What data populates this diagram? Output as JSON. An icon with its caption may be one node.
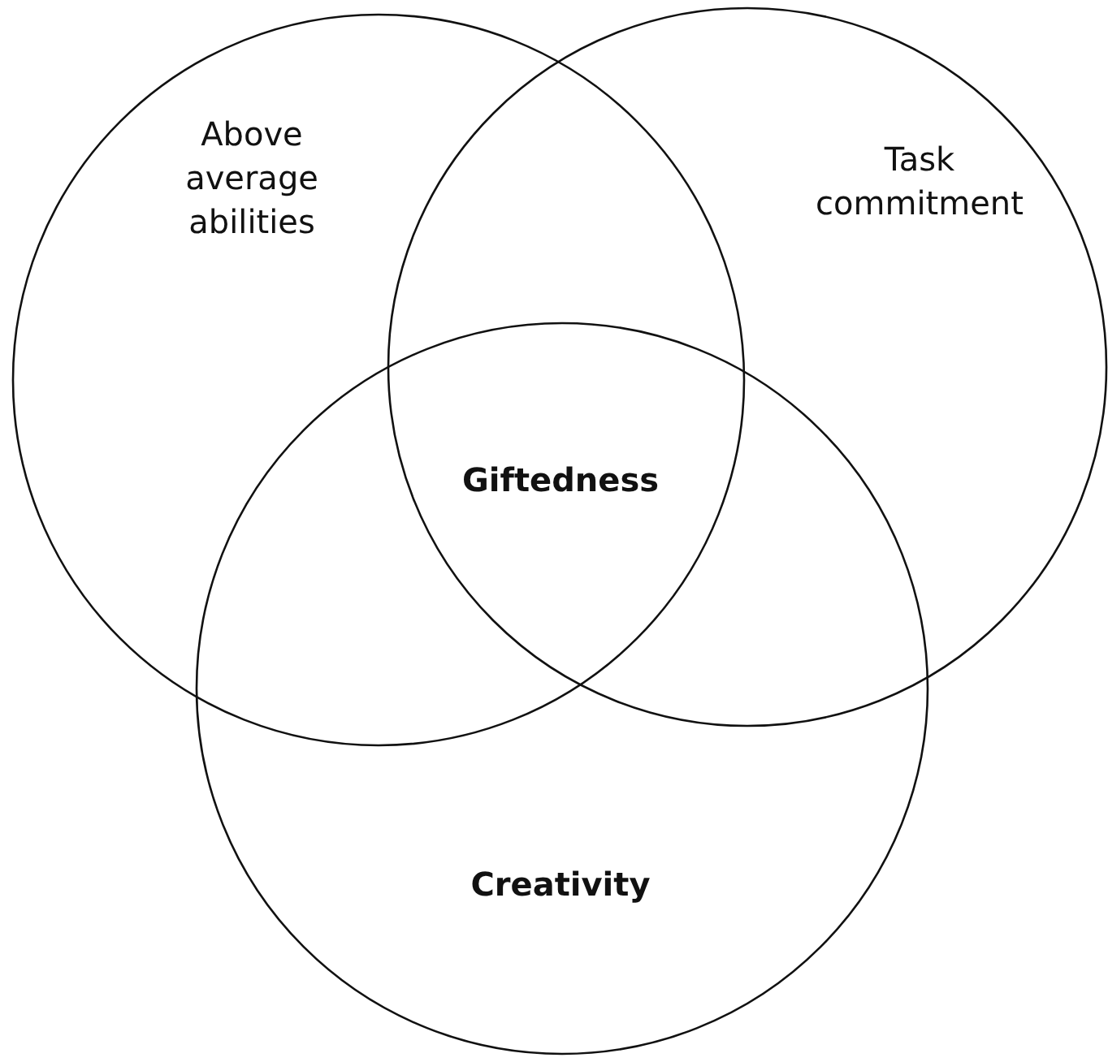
{
  "diagram": {
    "nodes": [
      {
        "text": [
          "Above average abilities"
        ]
      },
      {
        "text": [
          "Task commitment"
        ]
      },
      {
        "text": [
          "Creativity"
        ]
      }
    ],
    "labels": [
      "Giftedness"
    ]
  }
}
